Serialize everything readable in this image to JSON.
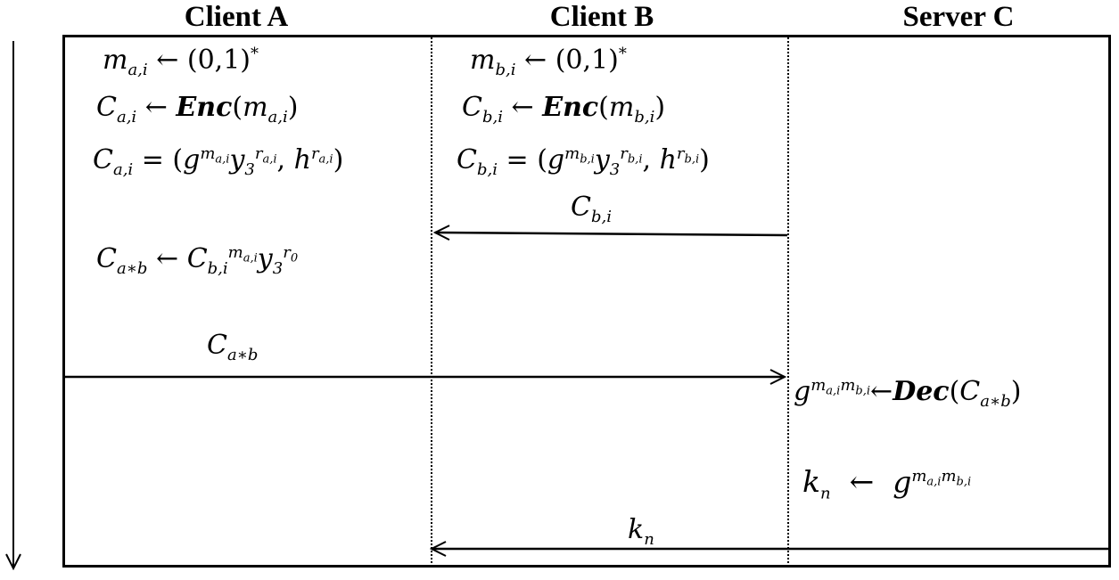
{
  "headers": {
    "client_a": "Client A",
    "client_b": "Client B",
    "server_c": "Server C"
  },
  "messages": {
    "b_to_a_ciphertext": "C_{b,i}",
    "a_to_c_product": "C_{a*b}",
    "c_to_a_key": "k_n"
  },
  "client_a_steps": [
    "m_{a,i} ← (0,1)^*",
    "C_{a,i} ← Enc(m_{a,i})",
    "C_{a,i} = (g^{m_{a,i}} y_3^{r_{a,i}}, h^{r_{a,i}})",
    "C_{a*b} ← C_{b,i}^{m_{a,i}} y_3^{r_0}"
  ],
  "client_b_steps": [
    "m_{b,i} ← (0,1)^*",
    "C_{b,i} ← Enc(m_{b,i})",
    "C_{b,i} = (g^{m_{b,i}} y_3^{r_{b,i}}, h^{r_{b,i}})"
  ],
  "server_c_steps": [
    "g^{m_{a,i} m_{b,i}} ← Dec(C_{a*b})",
    "k_n ← g^{m_{a,i} m_{b,i}}"
  ]
}
